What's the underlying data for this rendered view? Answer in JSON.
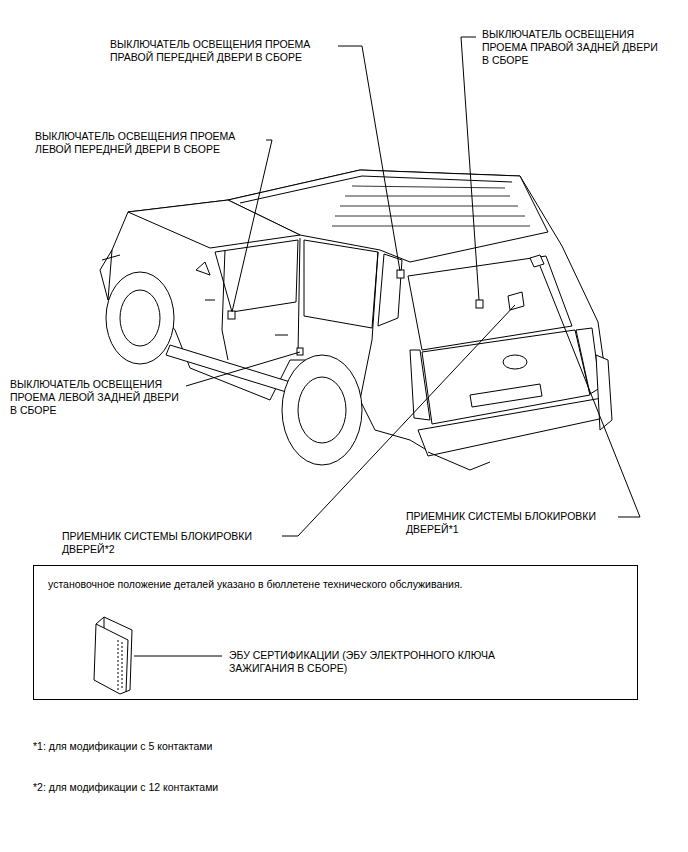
{
  "diagram": {
    "nodes": [
      {
        "text": [
          "установочное положение деталей указано в бюллетене технического обслуживания.",
          "ЭБУ СЕРТИФИКАЦИИ (ЭБУ ЭЛЕКТРОННОГО КЛЮЧА ЗАЖИГАНИЯ В СБОРЕ)"
        ]
      }
    ],
    "labels": [
      "ВЫКЛЮЧАТЕЛЬ ОСВЕЩЕНИЯ ПРОЕМА ПРАВОЙ ПЕРЕДНЕЙ ДВЕРИ В СБОРЕ",
      "ВЫКЛЮЧАТЕЛЬ ОСВЕЩЕНИЯ ПРОЕМА ПРАВОЙ ЗАДНЕЙ ДВЕРИ В СБОРЕ",
      "ВЫКЛЮЧАТЕЛЬ ОСВЕЩЕНИЯ ПРОЕМА ЛЕВОЙ ПЕРЕДНЕЙ ДВЕРИ В СБОРЕ",
      "ВЫКЛЮЧАТЕЛЬ ОСВЕЩЕНИЯ ПРОЕМА ЛЕВОЙ ЗАДНЕЙ ДВЕРИ В СБОРЕ",
      "ПРИЕМНИК СИСТЕМЫ БЛОКИРОВКИ ДВЕРЕЙ*2",
      "ПРИЕМНИК СИСТЕМЫ БЛОКИРОВКИ ДВЕРЕЙ*1",
      "*1: для модификации с 5 контактами",
      "*2: для модификации с 12 контактами"
    ]
  }
}
